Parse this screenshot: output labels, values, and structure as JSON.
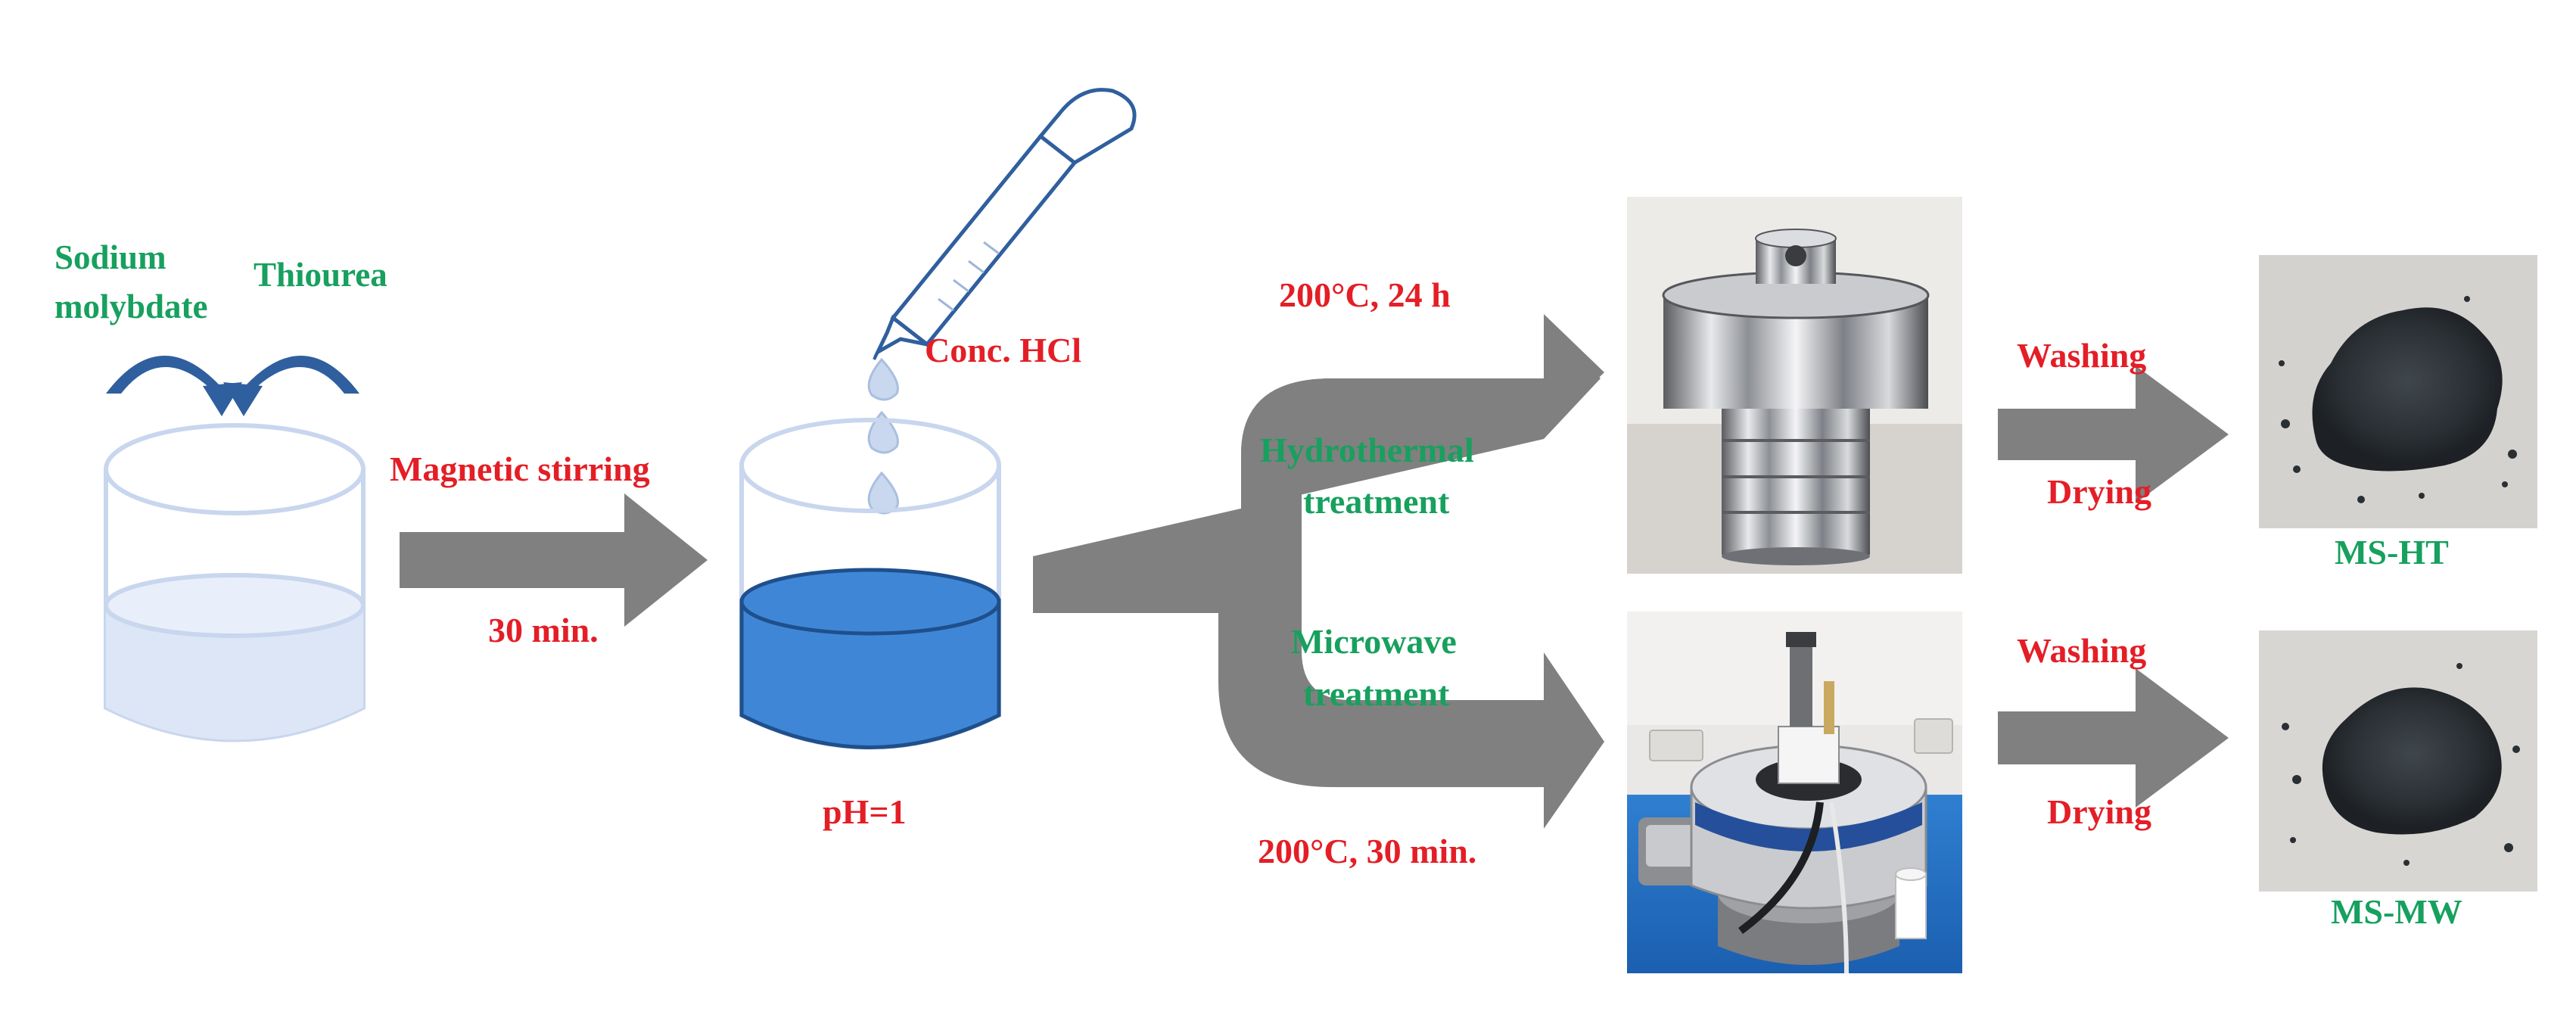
{
  "reactants": {
    "left": "Sodium",
    "left_line2": "molybdate",
    "right": "Thiourea"
  },
  "step1": {
    "top": "Magnetic stirring",
    "bottom": "30 min."
  },
  "acid": {
    "label": "Conc. HCl",
    "ph": "pH=1"
  },
  "route_hydrothermal": {
    "condition": "200°C, 24 h",
    "name_line1": "Hydrothermal",
    "name_line2": "treatment",
    "wash": "Washing",
    "dry": "Drying",
    "product": "MS-HT"
  },
  "route_microwave": {
    "name_line1": "Microwave",
    "name_line2": "treatment",
    "condition": "200°C, 30 min.",
    "wash": "Washing",
    "dry": "Drying",
    "product": "MS-MW"
  },
  "colors": {
    "condition_text": "#e41e26",
    "name_text": "#17a05e",
    "arrow": "#808080",
    "solution": "#3f87d6",
    "beaker_outline": "#c8d6ee"
  }
}
